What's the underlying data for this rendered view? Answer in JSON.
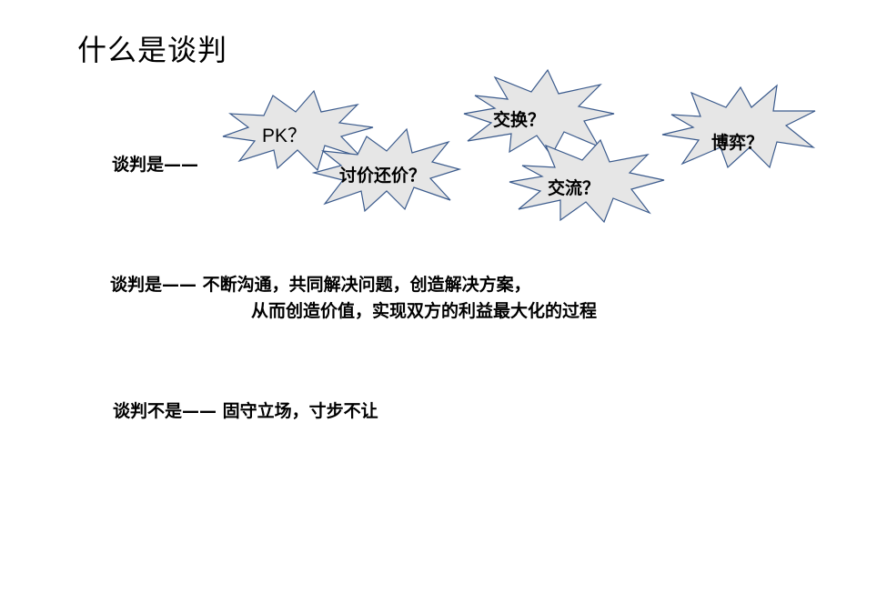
{
  "slide": {
    "title": "什么是谈判",
    "intro_label": "谈判是——",
    "bursts": [
      {
        "text": "PK？"
      },
      {
        "text": "讨价还价？"
      },
      {
        "text": "交换？"
      },
      {
        "text": "交流？"
      },
      {
        "text": "博弈？"
      }
    ],
    "definition": {
      "line1": "谈判是—— 不断沟通，共同解决问题，创造解决方案，",
      "line2": "从而创造价值，实现双方的利益最大化的过程"
    },
    "negation": "谈判不是—— 固守立场，寸步不让"
  },
  "colors": {
    "burst_fill": "#e6e6e6",
    "burst_stroke": "#3a5a8c"
  }
}
